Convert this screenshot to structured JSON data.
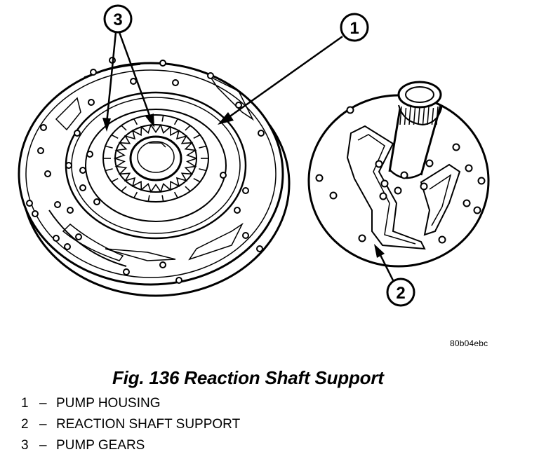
{
  "figure": {
    "caption": "Fig. 136 Reaction Shaft Support",
    "code": "80b04ebc",
    "callouts": [
      "1",
      "2",
      "3"
    ],
    "legend": [
      {
        "number": "1",
        "separator": "–",
        "label": "PUMP HOUSING"
      },
      {
        "number": "2",
        "separator": "–",
        "label": "REACTION SHAFT SUPPORT"
      },
      {
        "number": "3",
        "separator": "–",
        "label": "PUMP GEARS"
      }
    ]
  }
}
